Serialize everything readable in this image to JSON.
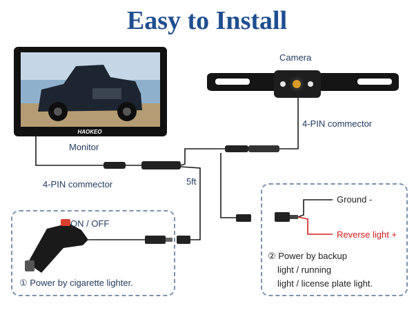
{
  "title": "Easy to Install",
  "monitor": {
    "label": "Monitor",
    "brand": "HAOKEO"
  },
  "camera": {
    "label": "Camera"
  },
  "connector_top": "4-PIN commector",
  "connector_left": "4-PIN commector",
  "cable_length": "5ft",
  "switch_label": "ON / OFF",
  "option1": {
    "text": "① Power by cigarette lighter."
  },
  "option2": {
    "line1": "② Power by backup",
    "line2": "light / running",
    "line3": "light / license plate light."
  },
  "wires": {
    "ground": "Ground -",
    "reverse": "Reverse light +"
  },
  "colors": {
    "title": "#1f4f8f",
    "label": "#1f3a5f",
    "reverse_wire": "#d21c1c",
    "box_border": "#7a92ad"
  }
}
